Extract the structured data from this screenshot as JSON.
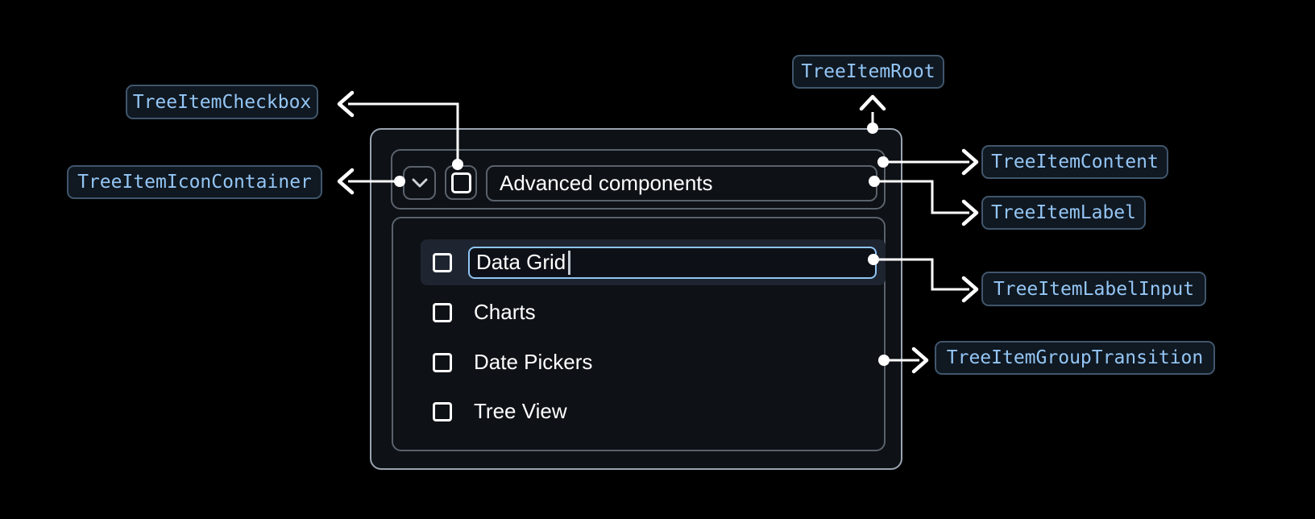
{
  "diagram": {
    "annotations": {
      "checkbox": "TreeItemCheckbox",
      "icon_container": "TreeItemIconContainer",
      "root": "TreeItemRoot",
      "content": "TreeItemContent",
      "label": "TreeItemLabel",
      "label_input": "TreeItemLabelInput",
      "group_transition": "TreeItemGroupTransition"
    }
  },
  "tree": {
    "parent": {
      "label": "Advanced components",
      "expanded": true,
      "checked": false
    },
    "editing_item": {
      "value": "Data Grid",
      "checked": false
    },
    "children": [
      {
        "label": "Charts",
        "checked": false
      },
      {
        "label": "Date Pickers",
        "checked": false
      },
      {
        "label": "Tree View",
        "checked": false
      }
    ]
  },
  "icons": {
    "expand": "chevron-down-icon",
    "checkbox_unchecked": "square-outline-icon"
  },
  "colors": {
    "background": "#000000",
    "annotation_text": "#94c6f5",
    "annotation_border": "#40566c",
    "annotation_bg": "#101821",
    "container_border": "#5a626c",
    "root_border": "#9aa4b0",
    "input_focus_border": "#90c5f5",
    "selected_row_bg": "#1e2530",
    "connector": "#ffffff"
  }
}
